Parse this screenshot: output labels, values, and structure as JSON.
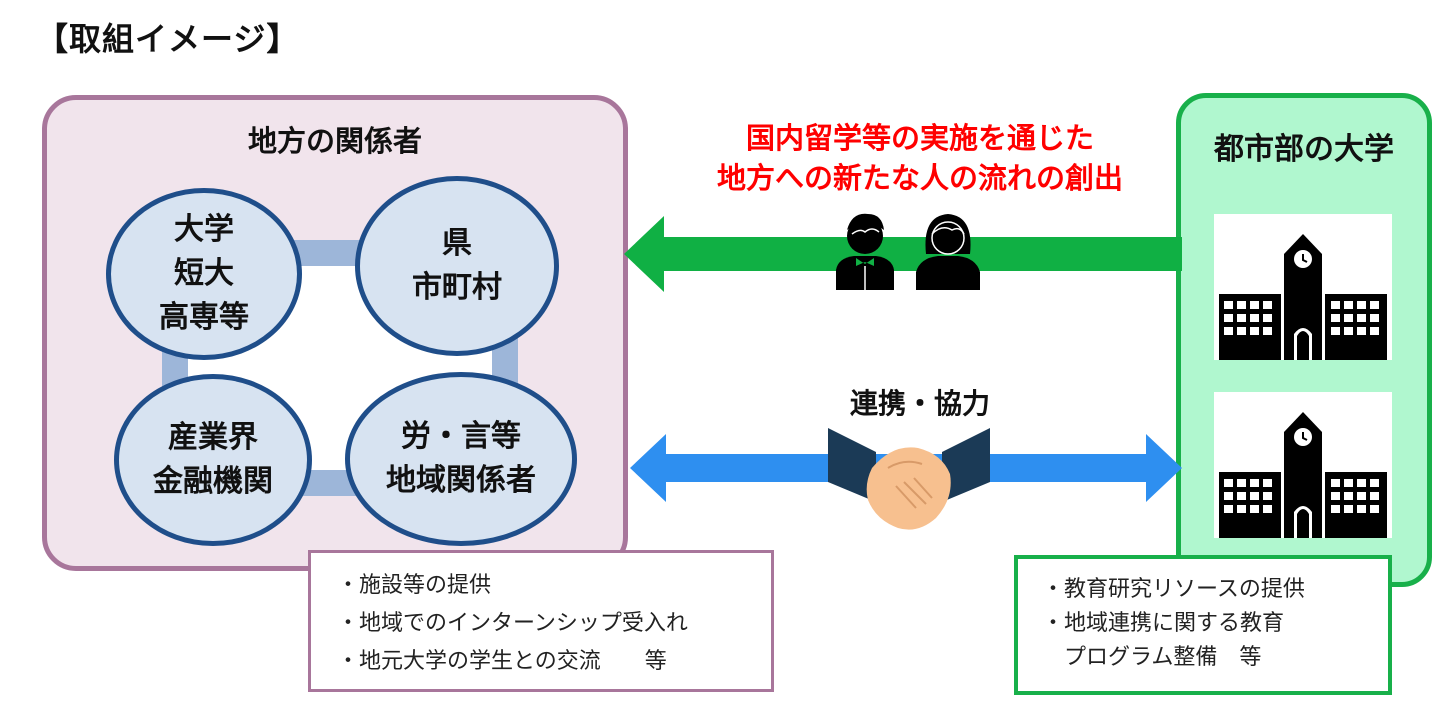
{
  "title": "【取組イメージ】",
  "local": {
    "title": "地方の関係者",
    "groups": [
      {
        "lines": [
          "大学",
          "短大",
          "高専等"
        ]
      },
      {
        "lines": [
          "県",
          "市町村"
        ]
      },
      {
        "lines": [
          "産業界",
          "金融機関"
        ]
      },
      {
        "lines": [
          "労・言等",
          "地域関係者"
        ]
      }
    ],
    "contributions": [
      "・施設等の提供",
      "・地域でのインターンシップ受入れ",
      "・地元大学の学生との交流　　等"
    ]
  },
  "urban": {
    "title": "都市部の大学",
    "icons": [
      "school-building-icon",
      "school-building-icon"
    ],
    "contributions": [
      "・教育研究リソースの提供",
      "・地域連携に関する教育",
      "　プログラム整備　等"
    ]
  },
  "flow": {
    "line1": "国内留学等の実施を通じた",
    "line2": "地方への新たな人の流れの創出",
    "icons": [
      "student-male-icon",
      "student-female-icon"
    ]
  },
  "cooperation": {
    "label": "連携・協力",
    "icon": "handshake-icon"
  },
  "colors": {
    "flow_arrow": "#10b044",
    "coop_arrow": "#2e8ff0",
    "local_border": "#a8769b",
    "local_fill": "#f1e4ec",
    "urban_border": "#18b04a",
    "urban_fill": "#b0f7cf",
    "ellipse_border": "#1f4e8a",
    "ellipse_fill": "#d7e3f1",
    "highlight_text": "#ff0000"
  }
}
